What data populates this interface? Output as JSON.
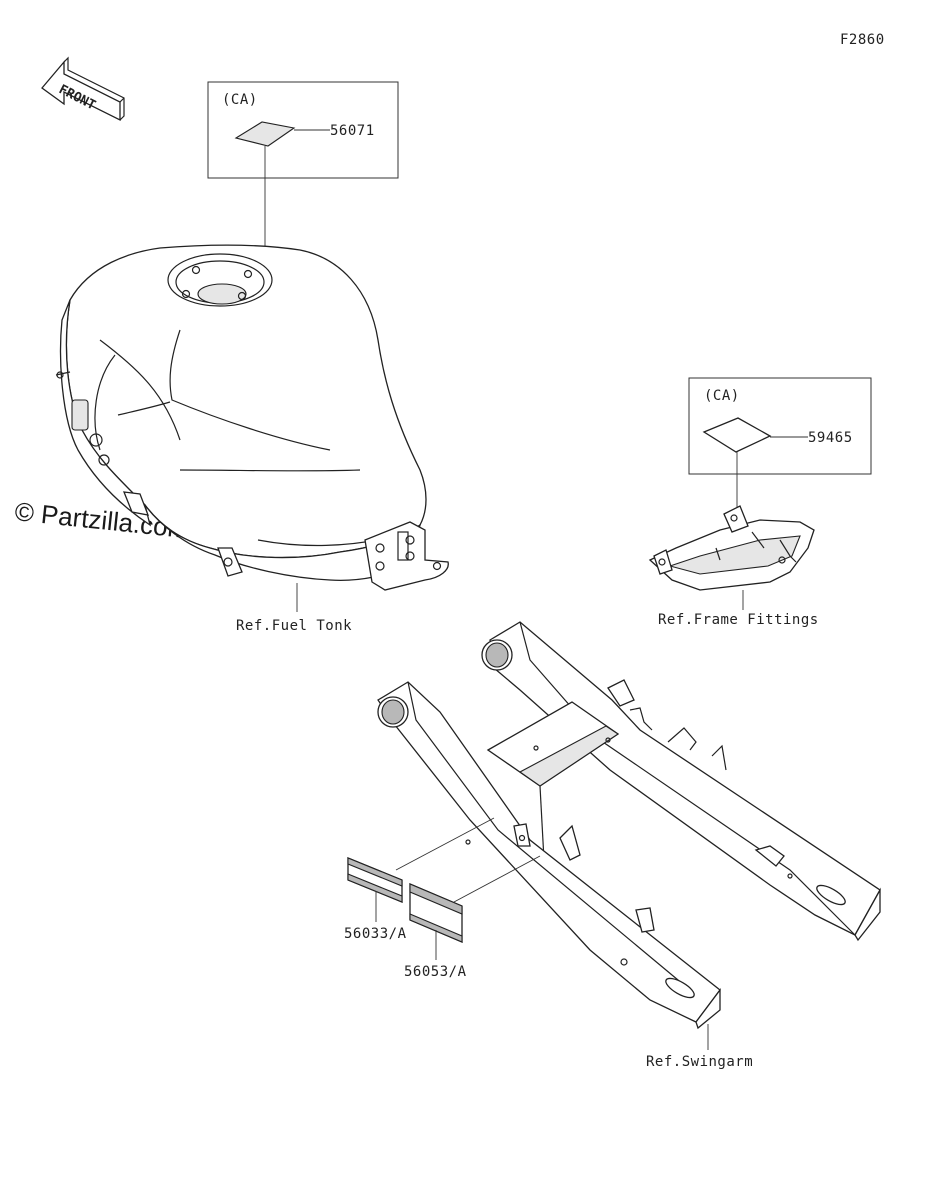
{
  "diagram_code": "F2860",
  "watermark": "© Partzilla.com",
  "front_arrow": {
    "label": "FRONT",
    "icon": "front-arrow-icon"
  },
  "callouts": {
    "tank_box": {
      "region": "(CA)",
      "part": "56071"
    },
    "frame_box": {
      "region": "(CA)",
      "part": "59465"
    },
    "label_a": "56033/A",
    "label_b": "56053/A"
  },
  "references": {
    "fuel_tank": "Ref.Fuel Tonk",
    "frame_fittings": "Ref.Frame Fittings",
    "swingarm": "Ref.Swingarm"
  }
}
